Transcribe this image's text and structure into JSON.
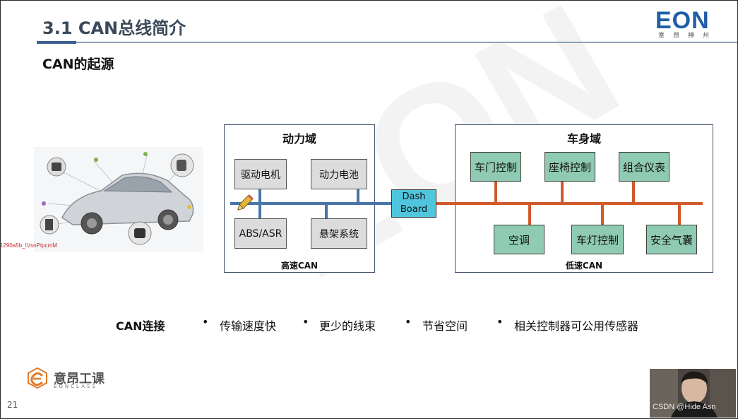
{
  "header": {
    "title": "3.1 CAN总线简介",
    "logo_main": "EON",
    "logo_sub": "意昂神州"
  },
  "subtitle": "CAN的起源",
  "image_caption": "1290a5b_IVsnPtpcmM",
  "watermark": "EON",
  "power_domain": {
    "title": "动力域",
    "ecus_top": [
      "驱动电机",
      "动力电池"
    ],
    "ecus_bottom": [
      "ABS/ASR",
      "悬架系统"
    ],
    "bus_label": "高速CAN",
    "bus_color": "#4a75a8"
  },
  "gateway": {
    "line1": "Dash",
    "line2": "Board",
    "color": "#4fc6dd"
  },
  "body_domain": {
    "title": "车身域",
    "ecus_top": [
      "车门控制",
      "座椅控制",
      "组合仪表"
    ],
    "ecus_bottom": [
      "空调",
      "车灯控制",
      "安全气囊"
    ],
    "bus_label": "低速CAN",
    "bus_color": "#d05a2c",
    "ecu_color": "#8fcbb2"
  },
  "connection": {
    "label": "CAN连接",
    "benefits": [
      "传输速度快",
      "更少的线束",
      "节省空间",
      "相关控制器可公用传感器"
    ]
  },
  "footer": {
    "brand": "意昂工课",
    "brand_sub": "EONCLASS",
    "page_number": "21"
  },
  "webcam": {
    "overlay_text": "CSDN @Hide Asn"
  }
}
